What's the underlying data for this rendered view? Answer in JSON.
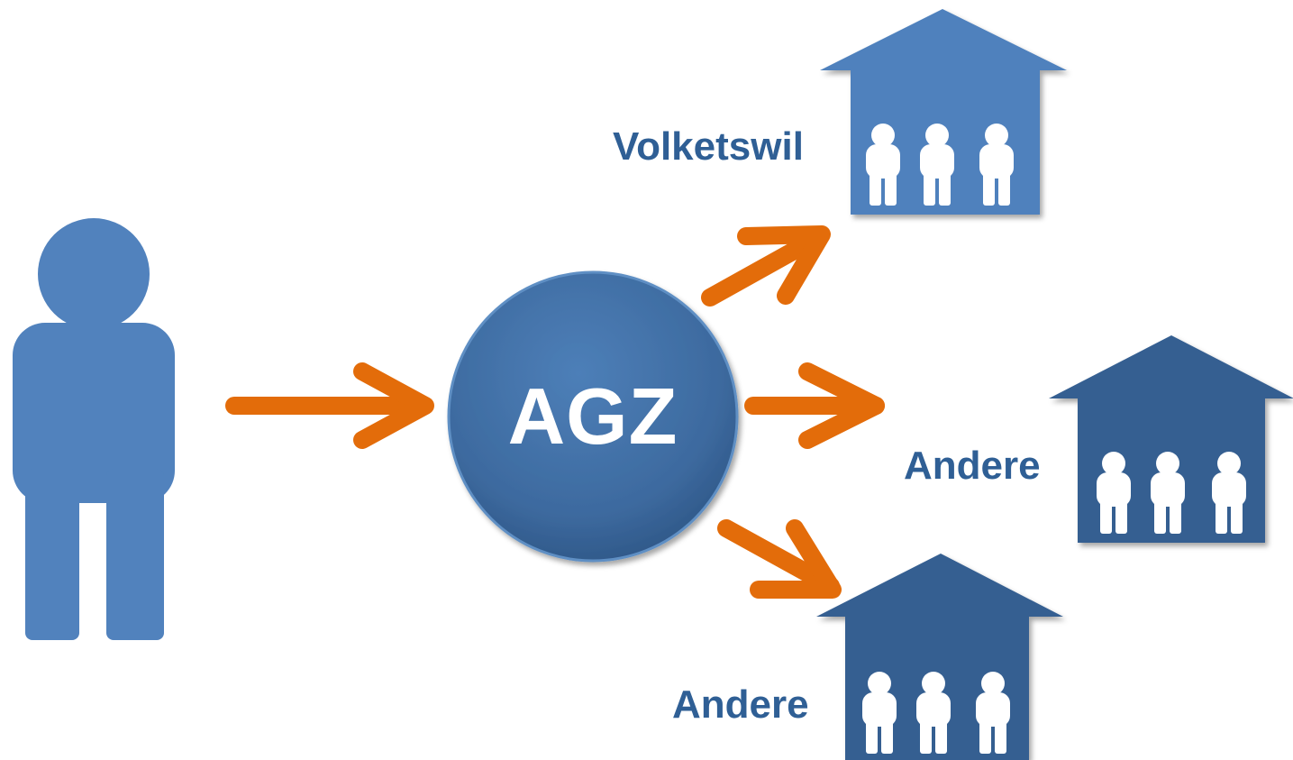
{
  "center": {
    "label": "AGZ"
  },
  "destinations": [
    {
      "label": "Volketswil"
    },
    {
      "label": "Andere"
    },
    {
      "label": "Andere"
    }
  ],
  "colors": {
    "person": "#5182bd",
    "circle": "#3e6a9c",
    "house_light": "#4f81bd",
    "house_dark": "#365f91",
    "arrow": "#e36c0a",
    "label": "#2f5f95"
  }
}
